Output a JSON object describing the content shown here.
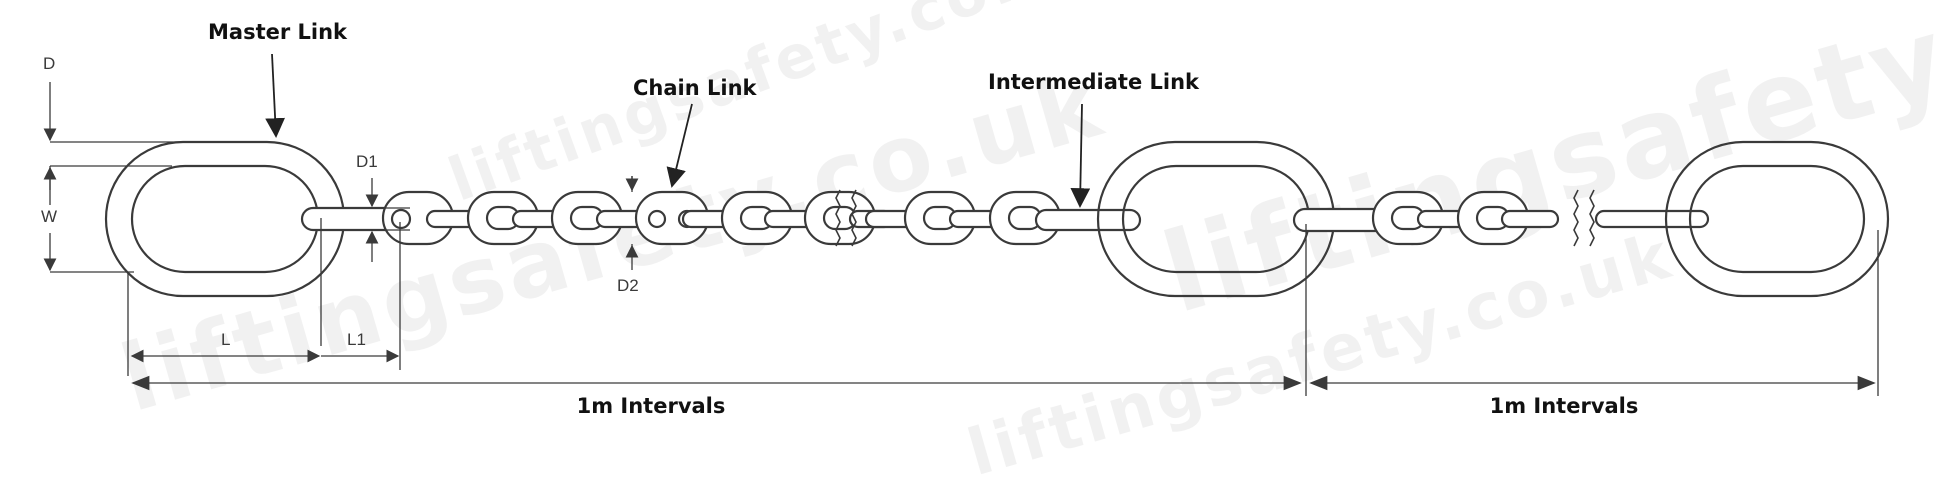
{
  "callouts": {
    "master_link": "Master Link",
    "chain_link": "Chain Link",
    "intermediate_link": "Intermediate Link"
  },
  "dimensions": {
    "d": "D",
    "d1": "D1",
    "w": "W",
    "d2": "D2",
    "l": "L",
    "l1": "L1"
  },
  "intervals": {
    "first": "1m Intervals",
    "second": "1m Intervals"
  },
  "watermark": "liftingsafety.co.uk",
  "colors": {
    "line": "#3a3a3a",
    "text": "#111111"
  }
}
